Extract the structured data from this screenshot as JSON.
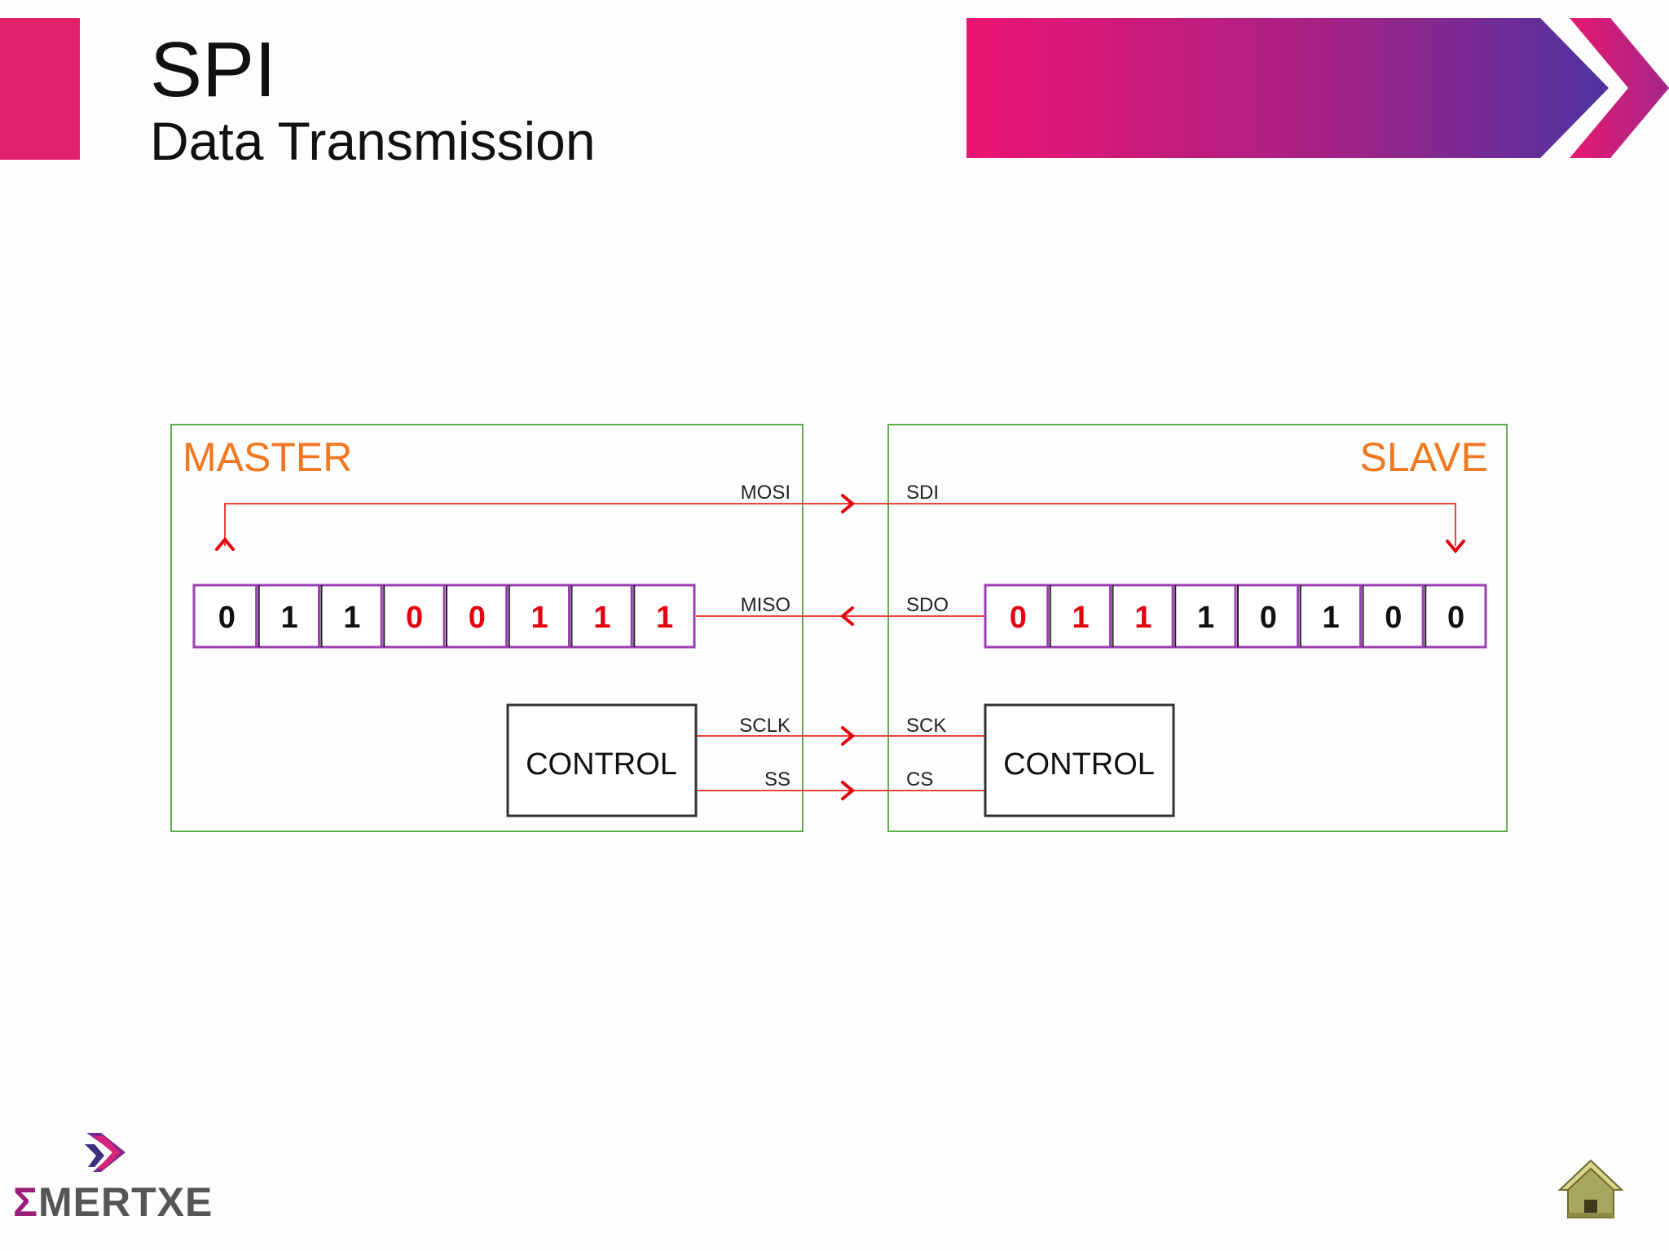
{
  "header": {
    "title": "SPI",
    "subtitle": "Data Transmission"
  },
  "colors": {
    "accent_pink": "#e3206a",
    "accent_purple": "#6a2c8f",
    "signal_red": "#e8443a",
    "box_green": "#5fae4e",
    "register_purple": "#9b3fb5",
    "label_orange": "#f07820"
  },
  "master": {
    "label": "MASTER",
    "register_bits": [
      {
        "value": "0",
        "color": "black"
      },
      {
        "value": "1",
        "color": "black"
      },
      {
        "value": "1",
        "color": "black"
      },
      {
        "value": "0",
        "color": "red"
      },
      {
        "value": "0",
        "color": "red"
      },
      {
        "value": "1",
        "color": "red"
      },
      {
        "value": "1",
        "color": "red"
      },
      {
        "value": "1",
        "color": "red"
      }
    ],
    "control_label": "CONTROL",
    "signals": {
      "mosi": "MOSI",
      "miso": "MISO",
      "sclk": "SCLK",
      "ss": "SS"
    }
  },
  "slave": {
    "label": "SLAVE",
    "register_bits": [
      {
        "value": "0",
        "color": "red"
      },
      {
        "value": "1",
        "color": "red"
      },
      {
        "value": "1",
        "color": "red"
      },
      {
        "value": "1",
        "color": "black"
      },
      {
        "value": "0",
        "color": "black"
      },
      {
        "value": "1",
        "color": "black"
      },
      {
        "value": "0",
        "color": "black"
      },
      {
        "value": "0",
        "color": "black"
      }
    ],
    "control_label": "CONTROL",
    "signals": {
      "sdi": "SDI",
      "sdo": "SDO",
      "sck": "SCK",
      "cs": "CS"
    }
  },
  "logo": {
    "sigma": "Σ",
    "text": "MERTXE"
  },
  "icons": {
    "home": "home-icon",
    "banner": "chevron-banner-icon",
    "logo": "emertxe-logo-icon"
  }
}
